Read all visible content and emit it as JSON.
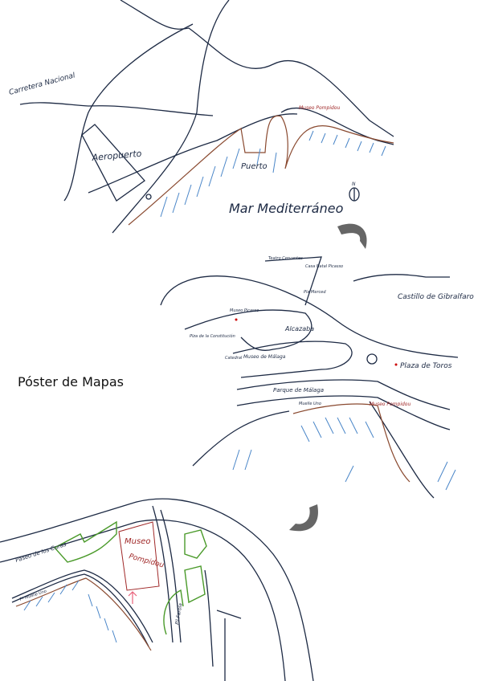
{
  "title": "Póster de Mapas",
  "map1": {
    "labels": {
      "road": "Carretera Nacional",
      "airport": "Aeropuerto",
      "port": "Puerto",
      "museum": "Museo Pompidou",
      "sea": "Mar Mediterráneo",
      "north": "N"
    }
  },
  "map2": {
    "labels": {
      "theatre": "Teatro Cervantes",
      "picasso_birthplace": "Casa Natal Picasso",
      "merced": "Pla Merced",
      "castle": "Castillo de Gibralfaro",
      "museo_picasso": "Museo Picasso",
      "plaza_constitucion": "Plza de la Constitución",
      "alcazaba": "Alcazaba",
      "cathedral": "Catedral",
      "museo_malaga": "Museo de Málaga",
      "bullring": "Plaza de Toros",
      "park": "Parque de Málaga",
      "pier": "Muelle Uno",
      "museum": "Museo Pompidou"
    }
  },
  "map3": {
    "labels": {
      "paseo_curas": "Paseo de los Curas",
      "paseo_muelle": "Pº Muelle Uno",
      "paseo_farola": "Pº Farola",
      "museum_line1": "Museo",
      "museum_line2": "Pompidou"
    }
  },
  "colors": {
    "roads": "#1d2a44",
    "coast": "#8a4a30",
    "sea": "#4a86c8",
    "gardens": "#4a9a2a",
    "museum": "#a02828"
  },
  "icons": [
    "compass-north-icon",
    "curved-arrow-icon",
    "curved-arrow-icon",
    "location-arrow-icon"
  ]
}
